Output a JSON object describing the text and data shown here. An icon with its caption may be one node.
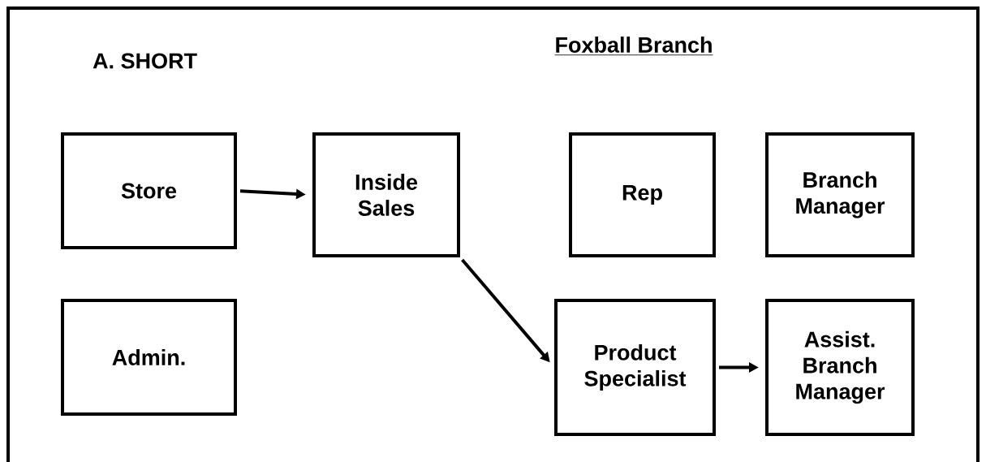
{
  "diagram": {
    "title": "Foxball Branch",
    "nodes": [
      {
        "text": [
          "Store"
        ]
      },
      {
        "text": [
          "Inside Sales"
        ]
      },
      {
        "text": [
          "Rep"
        ]
      },
      {
        "text": [
          "Branch Manager"
        ]
      },
      {
        "text": [
          "Admin."
        ]
      },
      {
        "text": [
          "Product Specialist"
        ]
      },
      {
        "text": [
          "Assist. Branch Manager"
        ]
      }
    ],
    "edges": [
      {
        "from": 0,
        "to": 1,
        "arrow": "to"
      },
      {
        "from": 1,
        "to": 5,
        "arrow": "to"
      },
      {
        "from": 5,
        "to": 6,
        "arrow": "to"
      }
    ],
    "labels": [
      "A. SHORT"
    ]
  }
}
